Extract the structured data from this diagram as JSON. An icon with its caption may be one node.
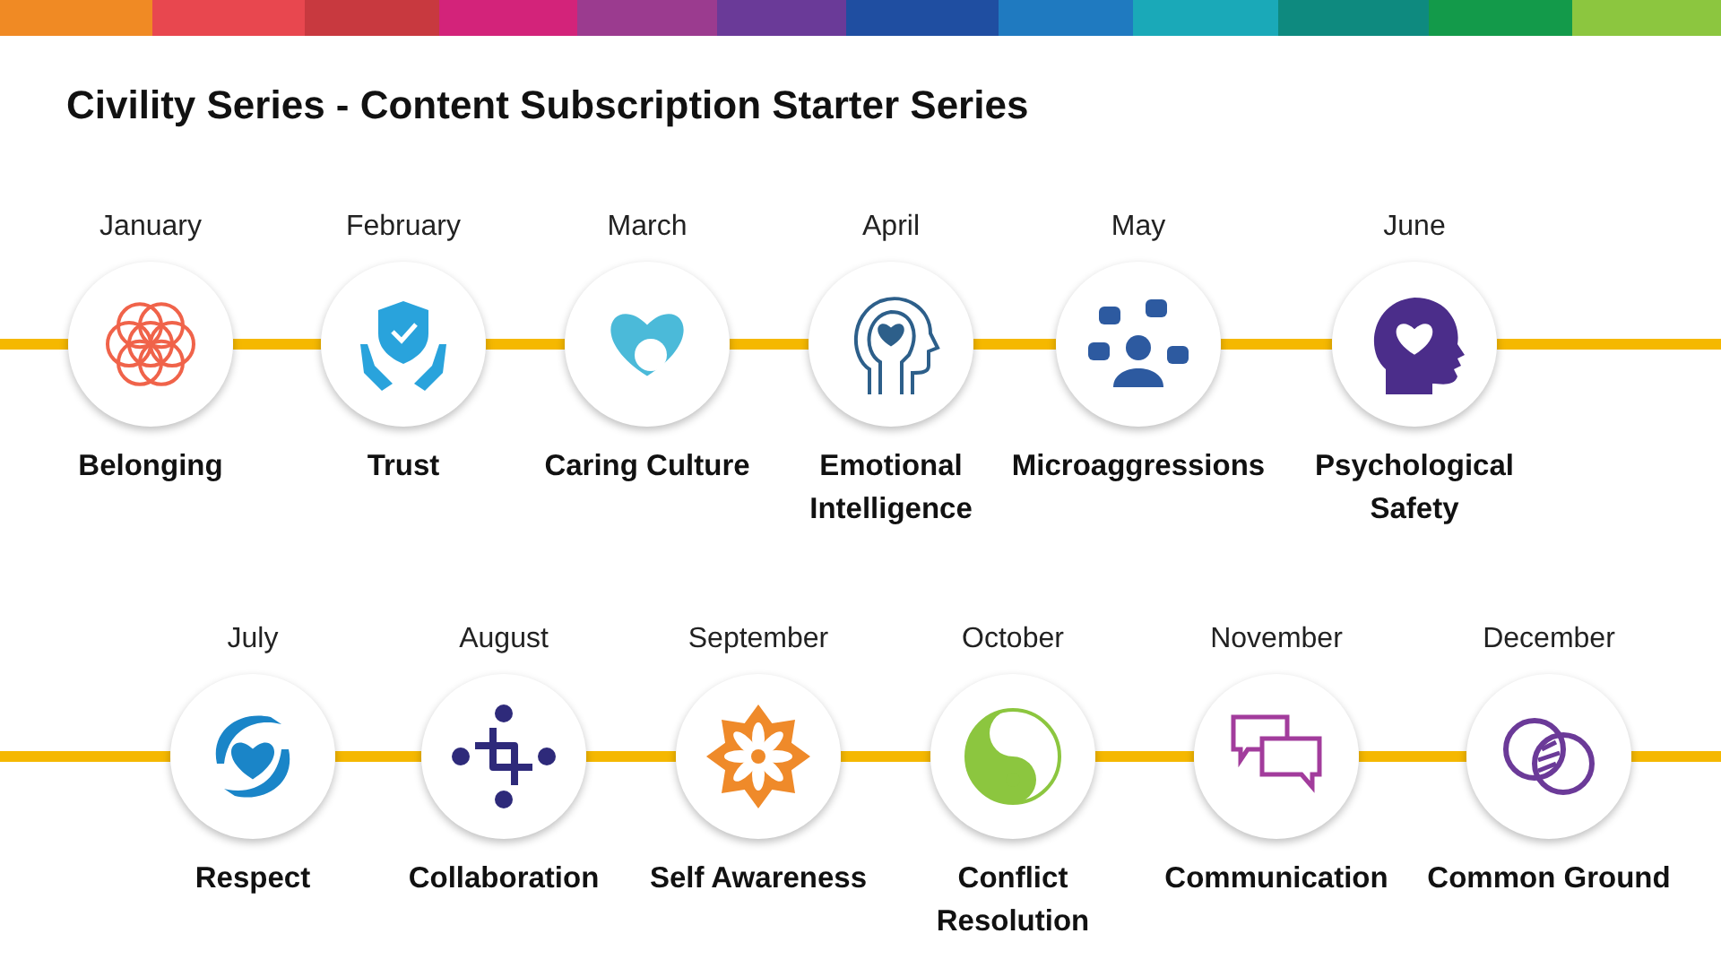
{
  "diagram": {
    "title": "Civility Series - Content Subscription Starter Series",
    "nodes": [
      {
        "text": [
          "January",
          "Belonging"
        ]
      },
      {
        "text": [
          "February",
          "Trust"
        ]
      },
      {
        "text": [
          "March",
          "Caring Culture"
        ]
      },
      {
        "text": [
          "April",
          "Emotional Intelligence"
        ]
      },
      {
        "text": [
          "May",
          "Microaggressions"
        ]
      },
      {
        "text": [
          "June",
          "Psychological Safety"
        ]
      },
      {
        "text": [
          "July",
          "Respect"
        ]
      },
      {
        "text": [
          "August",
          "Collaboration"
        ]
      },
      {
        "text": [
          "September",
          "Self Awareness"
        ]
      },
      {
        "text": [
          "October",
          "Conflict Resolution"
        ]
      },
      {
        "text": [
          "November",
          "Communication"
        ]
      },
      {
        "text": [
          "December",
          "Common Ground"
        ]
      }
    ],
    "edges": [
      {
        "from": null,
        "to": 0,
        "arrow": "none"
      },
      {
        "from": 0,
        "to": 1,
        "arrow": "none"
      },
      {
        "from": 1,
        "to": 2,
        "arrow": "none"
      },
      {
        "from": 2,
        "to": 3,
        "arrow": "none"
      },
      {
        "from": 3,
        "to": 4,
        "arrow": "none"
      },
      {
        "from": 4,
        "to": 5,
        "arrow": "none"
      },
      {
        "from": 5,
        "to": null,
        "arrow": "none"
      },
      {
        "from": null,
        "to": 6,
        "arrow": "none"
      },
      {
        "from": 6,
        "to": 7,
        "arrow": "none"
      },
      {
        "from": 7,
        "to": 8,
        "arrow": "none"
      },
      {
        "from": 8,
        "to": 9,
        "arrow": "none"
      },
      {
        "from": 9,
        "to": 10,
        "arrow": "none"
      },
      {
        "from": 10,
        "to": 11,
        "arrow": "none"
      },
      {
        "from": 11,
        "to": null,
        "arrow": "none"
      }
    ]
  }
}
